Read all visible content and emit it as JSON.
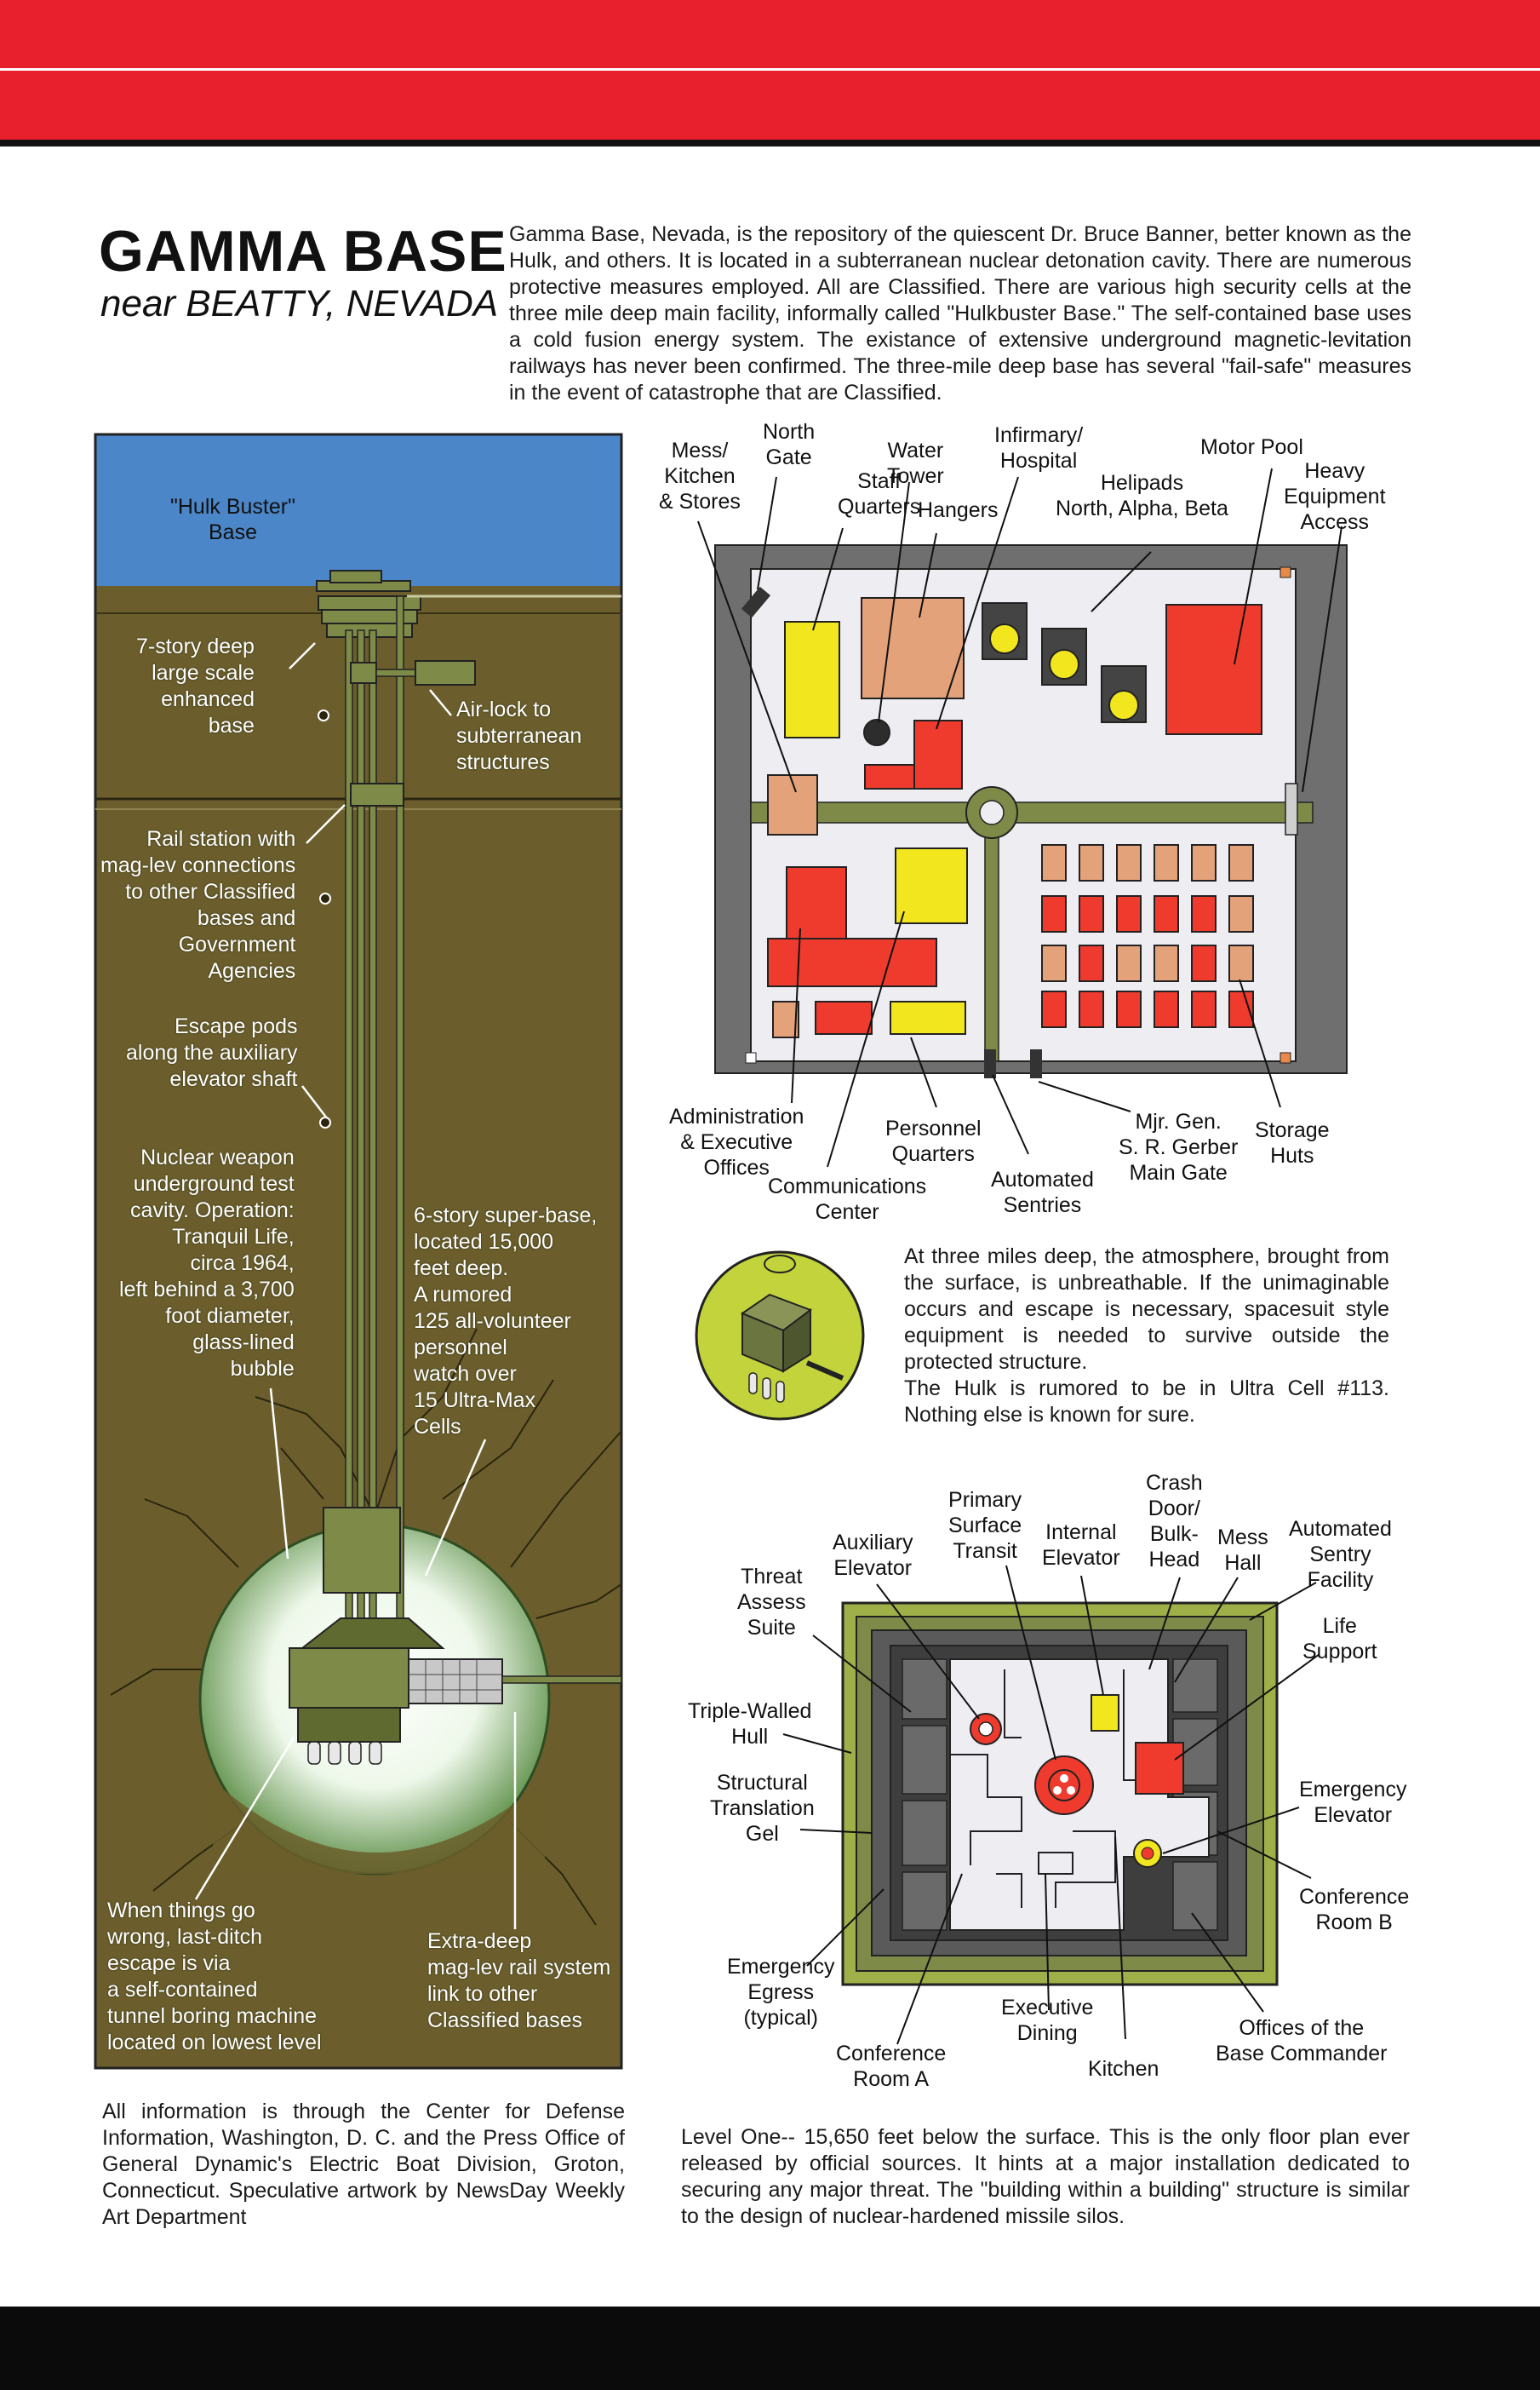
{
  "header": {
    "title": "GAMMA BASE",
    "subtitle": "near BEATTY, NEVADA"
  },
  "intro": "Gamma Base, Nevada, is the repository of the quiescent Dr. Bruce Banner, better known as the Hulk, and others. It is located in a subterranean nuclear detonation cavity. There are numerous protective measures employed. All are Classified. There are various high security cells at the three mile deep main facility, informally called \"Hulkbuster Base.\" The self-contained base uses a cold fusion energy system. The existance of extensive underground magnetic-levitation railways has never been confirmed. The three-mile deep base has several \"fail-safe\" measures in the event of catastrophe that are Classified.",
  "cross_section": {
    "labels": {
      "hulk_buster_base": "\"Hulk Buster\"\nBase",
      "seven_story": "7-story deep\nlarge scale\nenhanced\nbase",
      "airlock": "Air-lock to\nsubterranean\nstructures",
      "rail_station": "Rail station with\nmag-lev connections\nto other Classified\nbases and\nGovernment\nAgencies",
      "escape_pods": "Escape pods\nalong the auxiliary\nelevator shaft",
      "nuclear_cavity": "Nuclear weapon\nunderground test\ncavity. Operation:\nTranquil Life,\ncirca 1964,\nleft behind a 3,700\nfoot diameter,\nglass-lined\nbubble",
      "super_base": "6-story super-base,\nlocated 15,000\nfeet deep.\nA rumored\n125 all-volunteer\npersonnel\nwatch over\n15 Ultra-Max\nCells",
      "escape_machine": "When things go\nwrong, last-ditch\nescape is via\na self-contained\ntunnel boring machine\nlocated on lowest level",
      "maglev_link": "Extra-deep\nmag-lev rail system\nlink to other\nClassified bases"
    }
  },
  "site_plan": {
    "labels": {
      "mess": "Mess/\nKitchen\n& Stores",
      "north_gate": "North\nGate",
      "staff_quarters": "Staff\nQuarters",
      "water_tower": "Water\nTower",
      "hangers": "Hangers",
      "infirmary": "Infirmary/\nHospital",
      "helipads": "Helipads\nNorth, Alpha, Beta",
      "motor_pool": "Motor Pool",
      "heavy_equipment": "Heavy\nEquipment\nAccess",
      "administration": "Administration\n& Executive\nOffices",
      "communications": "Communications\nCenter",
      "personnel_quarters": "Personnel\nQuarters",
      "automated_sentries": "Automated\nSentries",
      "main_gate": "Mjr. Gen.\nS. R. Gerber\nMain Gate",
      "storage_huts": "Storage\nHuts"
    }
  },
  "atmosphere_note": "At three miles deep, the atmosphere, brought from the surface, is unbreathable. If the unimaginable occurs and escape is necessary, spacesuit style equipment is needed to survive outside the protected structure.\nThe Hulk is rumored to be in Ultra Cell #113. Nothing else is known for sure.",
  "floor_plan": {
    "labels": {
      "threat_assess": "Threat\nAssess\nSuite",
      "auxiliary_elevator": "Auxiliary\nElevator",
      "primary_transit": "Primary\nSurface\nTransit",
      "internal_elevator": "Internal\nElevator",
      "crash_door": "Crash\nDoor/\nBulk-\nHead",
      "mess_hall": "Mess\nHall",
      "sentry_facility": "Automated\nSentry\nFacility",
      "life_support": "Life\nSupport",
      "triple_walled": "Triple-Walled\nHull",
      "structural_gel": "Structural\nTranslation\nGel",
      "emergency_elevator": "Emergency\nElevator",
      "conference_b": "Conference\nRoom B",
      "emergency_egress": "Emergency\nEgress\n(typical)",
      "executive_dining": "Executive\nDining",
      "conference_a": "Conference\nRoom A",
      "kitchen": "Kitchen",
      "base_commander": "Offices of the\nBase Commander"
    }
  },
  "credits": "All information is through the Center for Defense Information, Washington, D. C. and the Press Office of General Dynamic's Electric Boat Division, Groton, Connecticut. Speculative artwork by NewsDay Weekly Art Department",
  "level_note": "Level One-- 15,650 feet below the surface. This is the only floor plan ever released by official sources. It hints at a major installation dedicated to securing any major threat. The \"building within a building\" structure is similar to the design of nuclear-hardened missile silos.",
  "colors": {
    "banner_red": "#e8202e",
    "sky": "#4b86c8",
    "earth": "#6b5e2c",
    "structure_green": "#7e8a48",
    "building_red": "#ee3b2e",
    "building_yellow": "#f2e61e",
    "building_tan": "#e3a27a",
    "lime": "#c2d33c"
  }
}
